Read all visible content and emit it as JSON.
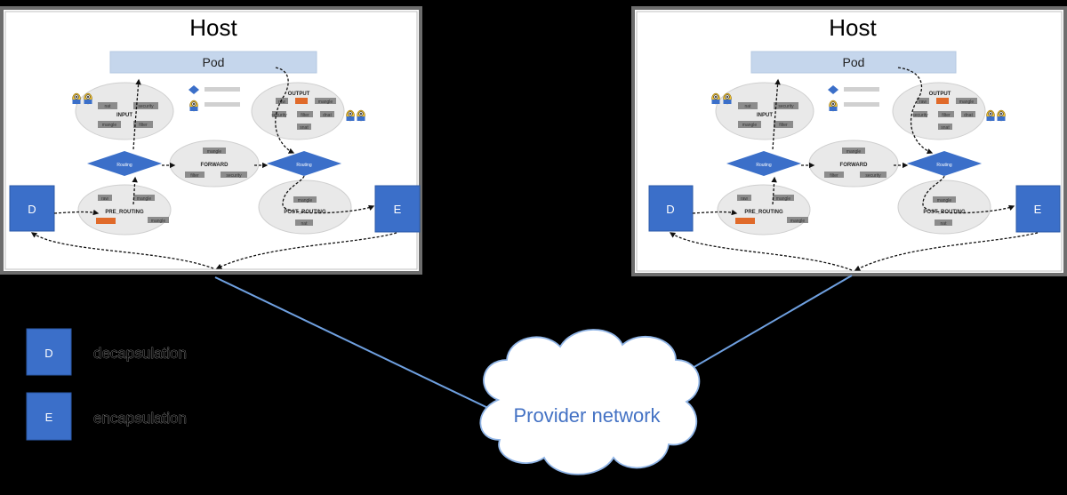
{
  "hosts": [
    {
      "title": "Host",
      "pod_label": "Pod",
      "decap_label": "D",
      "encap_label": "E",
      "chains": {
        "input": "INPUT",
        "output": "OUTPUT",
        "forward": "FORWARD",
        "pre_routing": "PRE_ROUTING",
        "post_routing": "POST_ROUTING"
      },
      "routing_left": "Routing",
      "routing_right": "Routing",
      "tables": {
        "raw": "raw",
        "mangle": "mangle",
        "filter": "filter",
        "nat": "nat",
        "security": "security",
        "snat": "snat",
        "dnat": "dnat"
      }
    },
    {
      "title": "Host",
      "pod_label": "Pod",
      "decap_label": "D",
      "encap_label": "E",
      "chains": {
        "input": "INPUT",
        "output": "OUTPUT",
        "forward": "FORWARD",
        "pre_routing": "PRE_ROUTING",
        "post_routing": "POST_ROUTING"
      },
      "routing_left": "Routing",
      "routing_right": "Routing",
      "tables": {
        "raw": "raw",
        "mangle": "mangle",
        "filter": "filter",
        "nat": "nat",
        "security": "security",
        "snat": "snat",
        "dnat": "dnat"
      }
    }
  ],
  "legend": [
    {
      "box": "D",
      "text": "decapsulation"
    },
    {
      "box": "E",
      "text": "encapsulation"
    }
  ],
  "cloud": {
    "label": "Provider network"
  },
  "colors": {
    "node_blue": "#3b6fc9",
    "pod_fill": "#c5d6ec",
    "line_blue": "#6fa0e0",
    "cloud_stroke": "#8fb4e6",
    "chain_fill": "#e9e9e9",
    "table_fill": "#8c8c8c",
    "accent_orange": "#e06a2a"
  },
  "icons": [
    "minion-icon",
    "routing-diamond-icon",
    "cloud-icon"
  ]
}
